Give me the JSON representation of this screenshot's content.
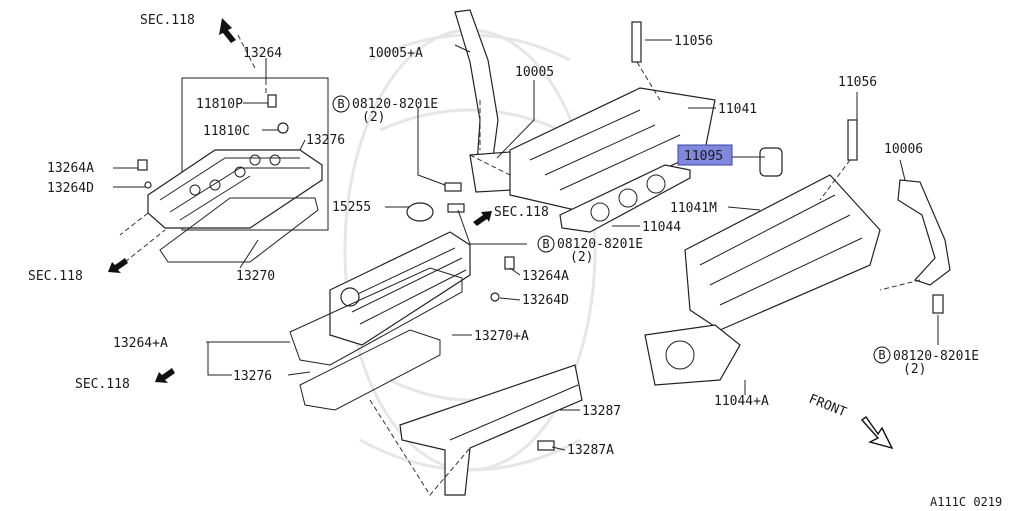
{
  "labels": {
    "sec118_top": "SEC.118",
    "p13264_top": "13264",
    "p11810P": "11810P",
    "p11810C": "11810C",
    "p13276_top": "13276",
    "p13264A_left": "13264A",
    "p13264D_left": "13264D",
    "sec118_left": "SEC.118",
    "p13270": "13270",
    "p10005A": "10005+A",
    "p10005": "10005",
    "bolt1_code": "08120-8201E",
    "bolt1_qty": "(2)",
    "p15255": "15255",
    "sec118_mid": "SEC.118",
    "bolt2_code": "08120-8201E",
    "bolt2_qty": "(2)",
    "p13264A_mid": "13264A",
    "p13264D_mid": "13264D",
    "p13264A_plus": "13264+A",
    "p13270A": "13270+A",
    "p13276_bot": "13276",
    "sec118_bot": "SEC.118",
    "p13287": "13287",
    "p13287A": "13287A",
    "p11056_top": "11056",
    "p11041": "11041",
    "p11095": "11095",
    "p11041M": "11041M",
    "p11044": "11044",
    "p11056_right": "11056",
    "p10006": "10006",
    "bolt3_code": "08120-8201E",
    "bolt3_qty": "(2)",
    "p11044A": "11044+A",
    "front": "FRONT",
    "ref_code": "A111C 0219",
    "circle_b": "B"
  },
  "highlight": {
    "part": "11095",
    "color": "#7f88dc"
  }
}
